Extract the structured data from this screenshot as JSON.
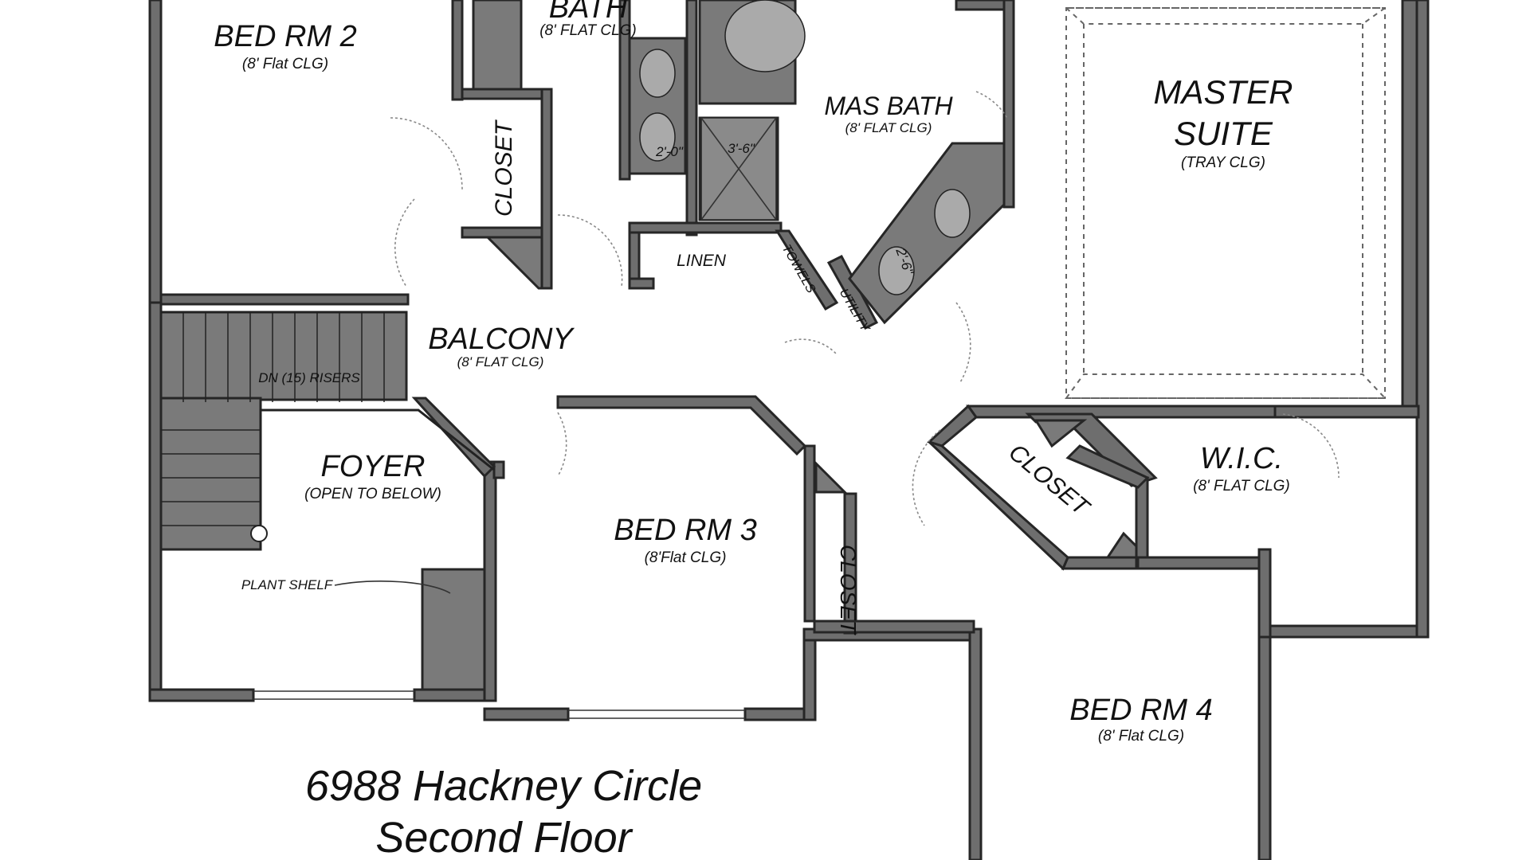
{
  "rooms": {
    "bed2": {
      "name": "BED RM  2",
      "ceiling": "(8' Flat CLG)"
    },
    "bath": {
      "name": "BATH",
      "ceiling": "(8' FLAT CLG)"
    },
    "mas_bath": {
      "name": "MAS BATH",
      "ceiling": "(8' FLAT CLG)"
    },
    "master": {
      "name_line1": "MASTER",
      "name_line2": "SUITE",
      "ceiling": "(TRAY CLG)"
    },
    "balcony": {
      "name": "BALCONY",
      "ceiling": "(8' FLAT CLG)"
    },
    "foyer": {
      "name": "FOYER",
      "ceiling": "(OPEN TO BELOW)"
    },
    "bed3": {
      "name": "BED RM 3",
      "ceiling": "(8'Flat CLG)"
    },
    "wic": {
      "name": "W.I.C.",
      "ceiling": "(8' FLAT CLG)"
    },
    "bed4": {
      "name": "BED RM 4",
      "ceiling": "(8' Flat CLG)"
    }
  },
  "labels": {
    "closet_bed2": "CLOSET",
    "closet_bed3": "CLOSET",
    "closet_master": "CLOSET",
    "linen": "LINEN",
    "towels": "TOWELS",
    "utility": "UTILITY",
    "stairs": "DN (15) RISERS",
    "plant_shelf": "PLANT SHELF",
    "dim_1": "2'-0\"",
    "dim_2": "3'-6\"",
    "dim_3": "2'-6\""
  },
  "caption": {
    "line1": "6988 Hackney Circle",
    "line2": "Second Floor"
  }
}
